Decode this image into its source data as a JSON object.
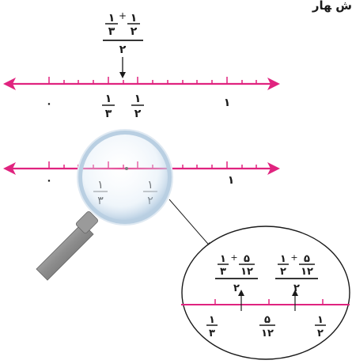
{
  "header": {
    "text": "ﺵ ﻬﺎﺭ"
  },
  "top_expression": {
    "a_num": "۱",
    "a_den": "۳",
    "plus": "+",
    "b_num": "۱",
    "b_den": "۲",
    "divisor": "۲"
  },
  "line1": {
    "zero": "۰",
    "one": "۱",
    "third_num": "۱",
    "third_den": "۳",
    "half_num": "۱",
    "half_den": "۲"
  },
  "line2": {
    "zero": "۰",
    "one": "۱",
    "third_num": "۱",
    "third_den": "۳",
    "half_num": "۱",
    "half_den": "۲"
  },
  "zoom": {
    "left_expr": {
      "a_num": "۱",
      "a_den": "۳",
      "plus": "+",
      "b_num": "۵",
      "b_den": "۱۲",
      "divisor": "۲"
    },
    "right_expr": {
      "a_num": "۱",
      "a_den": "۲",
      "plus": "+",
      "b_num": "۵",
      "b_den": "۱۲",
      "divisor": "۲"
    },
    "third_num": "۱",
    "third_den": "۳",
    "fivetwelfth_num": "۵",
    "fivetwelfth_den": "۱۲",
    "half_num": "۱",
    "half_den": "۲"
  },
  "colors": {
    "axis": "#e0237f",
    "ink": "#1a1a1a",
    "lens": "#cfe3f2"
  }
}
